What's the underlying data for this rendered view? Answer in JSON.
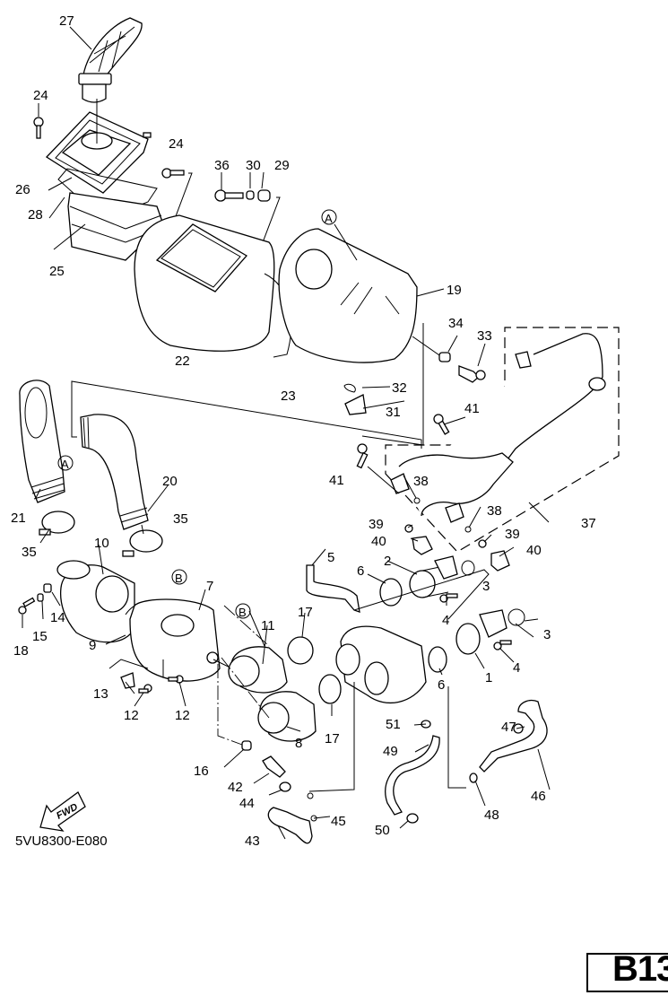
{
  "diagram": {
    "title": "Intake parts diagram",
    "part_labels": [
      {
        "id": "p27",
        "text": "27"
      },
      {
        "id": "p24a",
        "text": "24"
      },
      {
        "id": "p24b",
        "text": "24"
      },
      {
        "id": "p26",
        "text": "26"
      },
      {
        "id": "p28",
        "text": "28"
      },
      {
        "id": "p25",
        "text": "25"
      },
      {
        "id": "p36",
        "text": "36"
      },
      {
        "id": "p30",
        "text": "30"
      },
      {
        "id": "p29",
        "text": "29"
      },
      {
        "id": "p19",
        "text": "19"
      },
      {
        "id": "p22",
        "text": "22"
      },
      {
        "id": "p23",
        "text": "23"
      },
      {
        "id": "p34",
        "text": "34"
      },
      {
        "id": "p33",
        "text": "33"
      },
      {
        "id": "p32",
        "text": "32"
      },
      {
        "id": "p31",
        "text": "31"
      },
      {
        "id": "p41a",
        "text": "41"
      },
      {
        "id": "p41b",
        "text": "41"
      },
      {
        "id": "p38a",
        "text": "38"
      },
      {
        "id": "p38b",
        "text": "38"
      },
      {
        "id": "p37",
        "text": "37"
      },
      {
        "id": "p39a",
        "text": "39"
      },
      {
        "id": "p39b",
        "text": "39"
      },
      {
        "id": "p40a",
        "text": "40"
      },
      {
        "id": "p40b",
        "text": "40"
      },
      {
        "id": "p21",
        "text": "21"
      },
      {
        "id": "p20",
        "text": "20"
      },
      {
        "id": "p35a",
        "text": "35"
      },
      {
        "id": "p35b",
        "text": "35"
      },
      {
        "id": "p10",
        "text": "10"
      },
      {
        "id": "p7",
        "text": "7"
      },
      {
        "id": "p14",
        "text": "14"
      },
      {
        "id": "p15",
        "text": "15"
      },
      {
        "id": "p18",
        "text": "18"
      },
      {
        "id": "p9",
        "text": "9"
      },
      {
        "id": "p13",
        "text": "13"
      },
      {
        "id": "p12a",
        "text": "12"
      },
      {
        "id": "p12b",
        "text": "12"
      },
      {
        "id": "p11",
        "text": "11"
      },
      {
        "id": "p17a",
        "text": "17"
      },
      {
        "id": "p17b",
        "text": "17"
      },
      {
        "id": "p8",
        "text": "8"
      },
      {
        "id": "p5",
        "text": "5"
      },
      {
        "id": "p6a",
        "text": "6"
      },
      {
        "id": "p6b",
        "text": "6"
      },
      {
        "id": "p2",
        "text": "2"
      },
      {
        "id": "p3a",
        "text": "3"
      },
      {
        "id": "p3b",
        "text": "3"
      },
      {
        "id": "p4a",
        "text": "4"
      },
      {
        "id": "p4b",
        "text": "4"
      },
      {
        "id": "p1",
        "text": "1"
      },
      {
        "id": "p16",
        "text": "16"
      },
      {
        "id": "p42",
        "text": "42"
      },
      {
        "id": "p44",
        "text": "44"
      },
      {
        "id": "p45",
        "text": "45"
      },
      {
        "id": "p43",
        "text": "43"
      },
      {
        "id": "p51",
        "text": "51"
      },
      {
        "id": "p49",
        "text": "49"
      },
      {
        "id": "p50",
        "text": "50"
      },
      {
        "id": "p47",
        "text": "47"
      },
      {
        "id": "p46",
        "text": "46"
      },
      {
        "id": "p48",
        "text": "48"
      }
    ],
    "reference_markers": [
      {
        "id": "refA1",
        "text": "A"
      },
      {
        "id": "refA2",
        "text": "A"
      },
      {
        "id": "refB1",
        "text": "B"
      },
      {
        "id": "refB2",
        "text": "B"
      }
    ],
    "fwd_arrow_text": "FWD",
    "drawing_code": "5VU8300-E080",
    "page_number": "B13"
  }
}
